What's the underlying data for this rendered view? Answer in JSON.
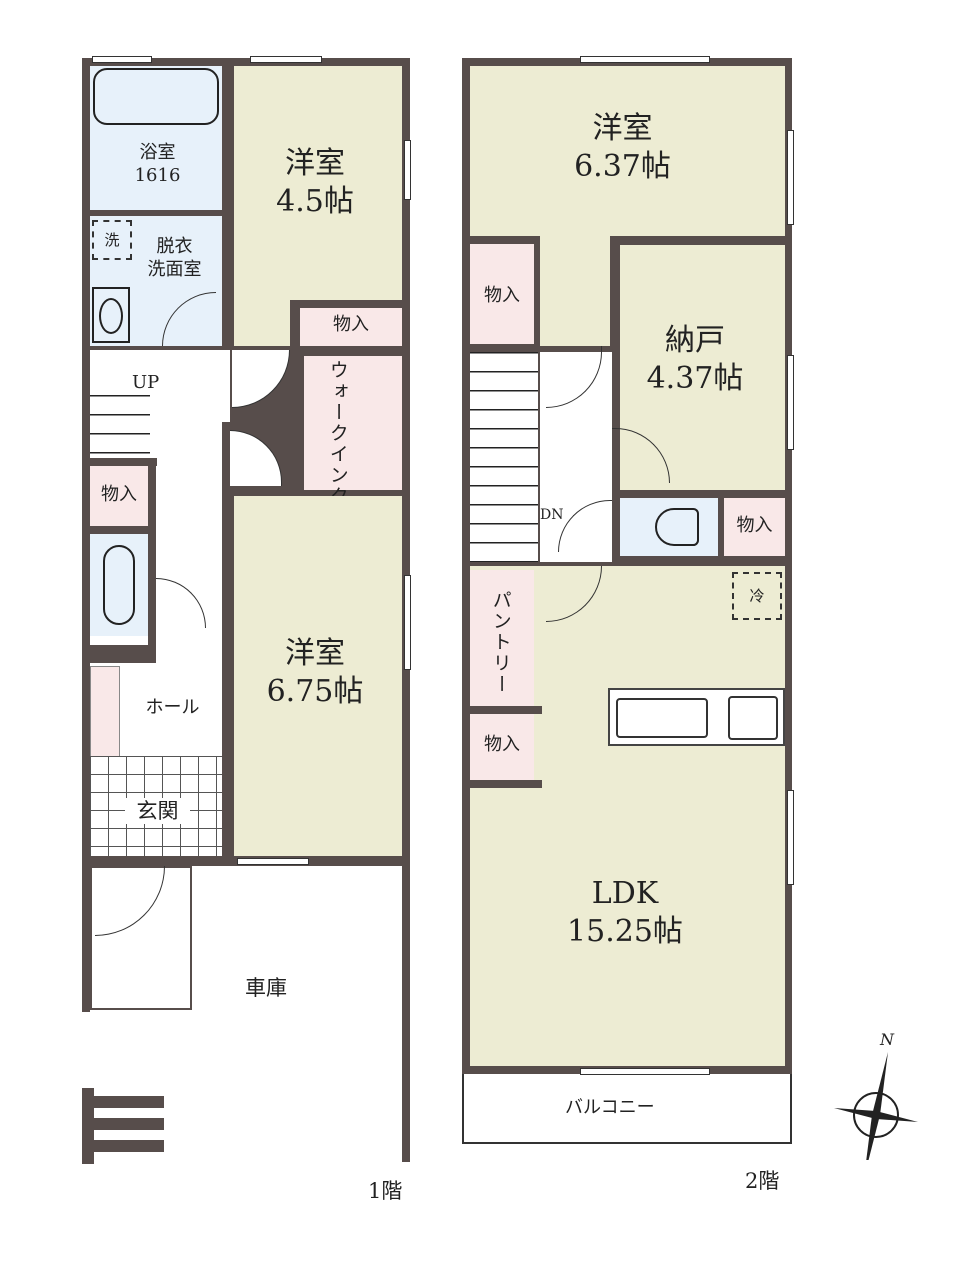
{
  "floor1": {
    "label": "1階",
    "rooms": {
      "bath": {
        "name": "浴室",
        "size": "1616"
      },
      "dressing": {
        "name1": "脱衣",
        "name2": "洗面室",
        "washer": "洗"
      },
      "western_a": {
        "name": "洋室",
        "size": "4.5帖"
      },
      "storage_a": "物入",
      "wic": "ウォークインクローゼット",
      "hall_up": "UP",
      "storage_b": "物入",
      "hall": "ホール",
      "entrance": "玄関",
      "western_b": {
        "name": "洋室",
        "size": "6.75帖"
      },
      "garage": "車庫"
    }
  },
  "floor2": {
    "label": "2階",
    "rooms": {
      "western_c": {
        "name": "洋室",
        "size": "6.37帖"
      },
      "storage_c": "物入",
      "closet_room": {
        "name": "納戸",
        "size": "4.37帖"
      },
      "stairs_dn": "DN",
      "storage_d": "物入",
      "fridge": "冷",
      "pantry": "パントリー",
      "storage_e": "物入",
      "ldk": {
        "name": "LDK",
        "size": "15.25帖"
      },
      "balcony": "バルコニー"
    }
  },
  "compass": {
    "north": "N"
  },
  "colors": {
    "wall": "#574d4b",
    "room": "#edecd3",
    "wet": "#e7f1fa",
    "storage": "#f9e8e8"
  }
}
